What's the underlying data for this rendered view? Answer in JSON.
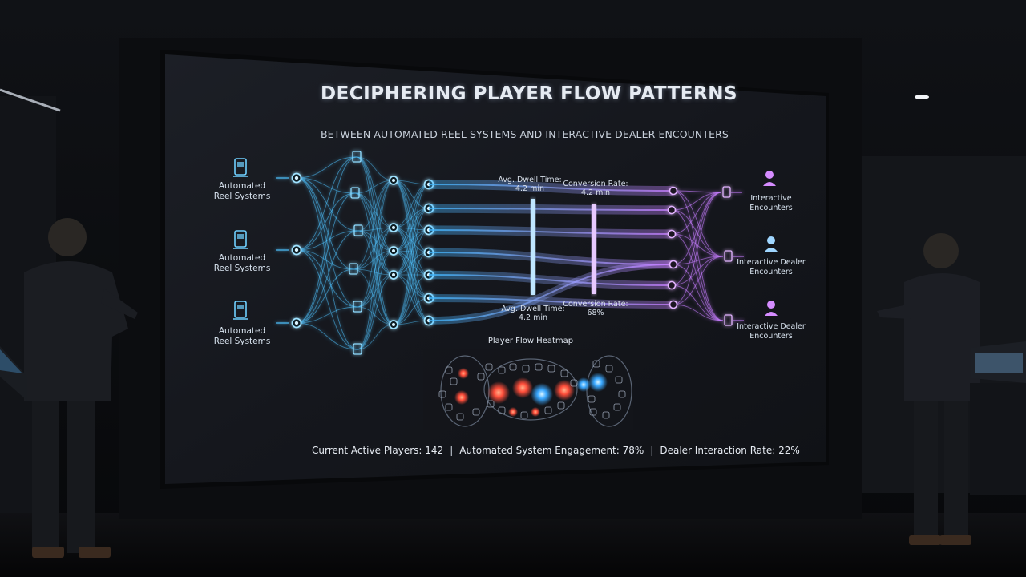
{
  "dashboard": {
    "title": "DECIPHERING PLAYER FLOW PATTERNS",
    "subtitle": "BETWEEN AUTOMATED REEL SYSTEMS AND INTERACTIVE DEALER ENCOUNTERS"
  },
  "sources": [
    {
      "label": "Automated Reel Systems",
      "icon": "slot-machine-icon"
    },
    {
      "label": "Automated Reel Systems",
      "icon": "slot-machine-icon"
    },
    {
      "label": "Automated Reel Systems",
      "icon": "slot-machine-icon"
    }
  ],
  "destinations": [
    {
      "label": "Interactive Encounters",
      "icon": "person-icon"
    },
    {
      "label": "Interactive Dealer Encounters",
      "icon": "person-icon"
    },
    {
      "label": "Interactive Dealer Encounters",
      "icon": "person-icon"
    }
  ],
  "metrics": {
    "dwell_top": {
      "label": "Avg. Dwell Time:",
      "value": "4.2 min"
    },
    "conversion_top": {
      "label": "Conversion Rate:",
      "value": "4.2 min"
    },
    "dwell_bottom": {
      "label": "Avg. Dwell Time:",
      "value": "4.2 min"
    },
    "conversion_bottom": {
      "label": "Conversion Rate:",
      "value": "68%"
    }
  },
  "heatmap": {
    "title": "Player Flow Heatmap"
  },
  "stats": {
    "active_players": "Current Active Players: 142",
    "automated_engagement": "Automated System Engagement: 78%",
    "dealer_interaction": "Dealer Interaction Rate: 22%",
    "separator": "|"
  },
  "colors": {
    "flow_blue": "#4fc3ff",
    "flow_purple": "#c77dff",
    "heat_red": "#ff4d3a",
    "heat_blue": "#3aa8ff"
  }
}
